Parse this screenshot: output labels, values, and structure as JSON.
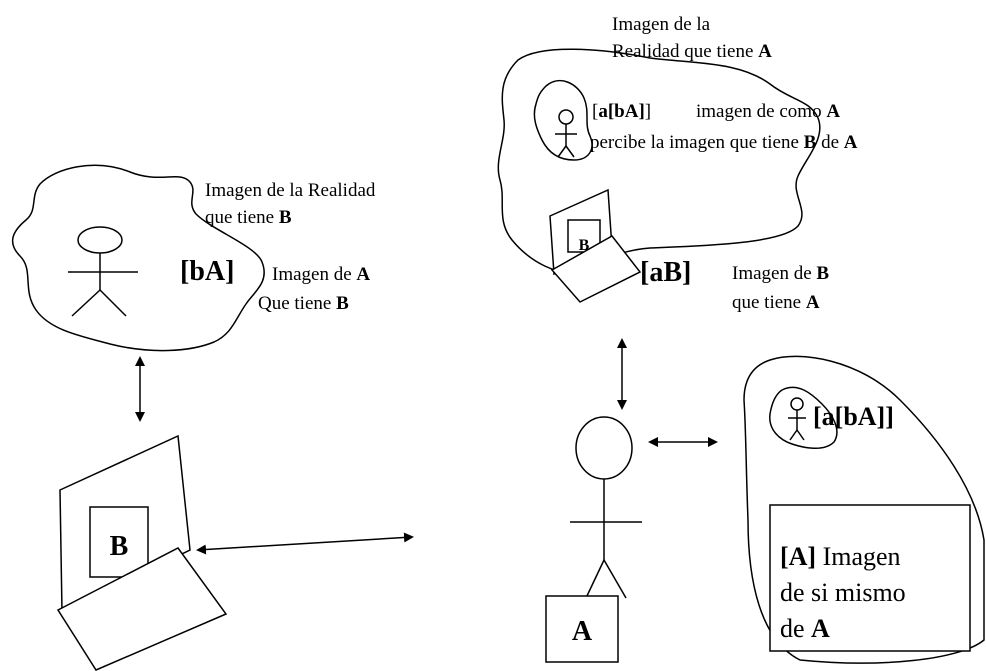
{
  "left_cloud": {
    "title_line1": "Imagen de la Realidad",
    "title_line2_prefix": "que tiene ",
    "title_line2_bold": "B",
    "tag": "[bA]",
    "desc_line1_prefix": "Imagen de ",
    "desc_line1_bold": "A",
    "desc_line2_prefix": "Que tiene ",
    "desc_line2_bold": "B"
  },
  "right_cloud": {
    "title_line1": "Imagen de la",
    "title_line2_prefix": "Realidad que tiene ",
    "title_line2_bold": "A",
    "inner_tag_open": "[",
    "inner_tag_bold": "a[bA]",
    "inner_tag_close": "]",
    "inner_desc_line1_prefix": "imagen de como ",
    "inner_desc_line1_bold": "A",
    "inner_desc_line2_prefix": "percibe la imagen que tiene ",
    "inner_desc_line2_bold": "B",
    "inner_desc_line2_mid": " de ",
    "inner_desc_line2_bold2": "A",
    "screen_label": "B",
    "tag": "[aB]",
    "desc_line1_prefix": "Imagen de ",
    "desc_line1_bold": "B",
    "desc_line2_prefix": "que tiene ",
    "desc_line2_bold": "A"
  },
  "self_image": {
    "inner_tag": "[a[bA]]",
    "box_line1_bold": "[A]",
    "box_line1_rest": " Imagen",
    "box_line2": "de si mismo",
    "box_line3_prefix": "de ",
    "box_line3_bold": "A"
  },
  "computer_label": "B",
  "person_label": "A"
}
